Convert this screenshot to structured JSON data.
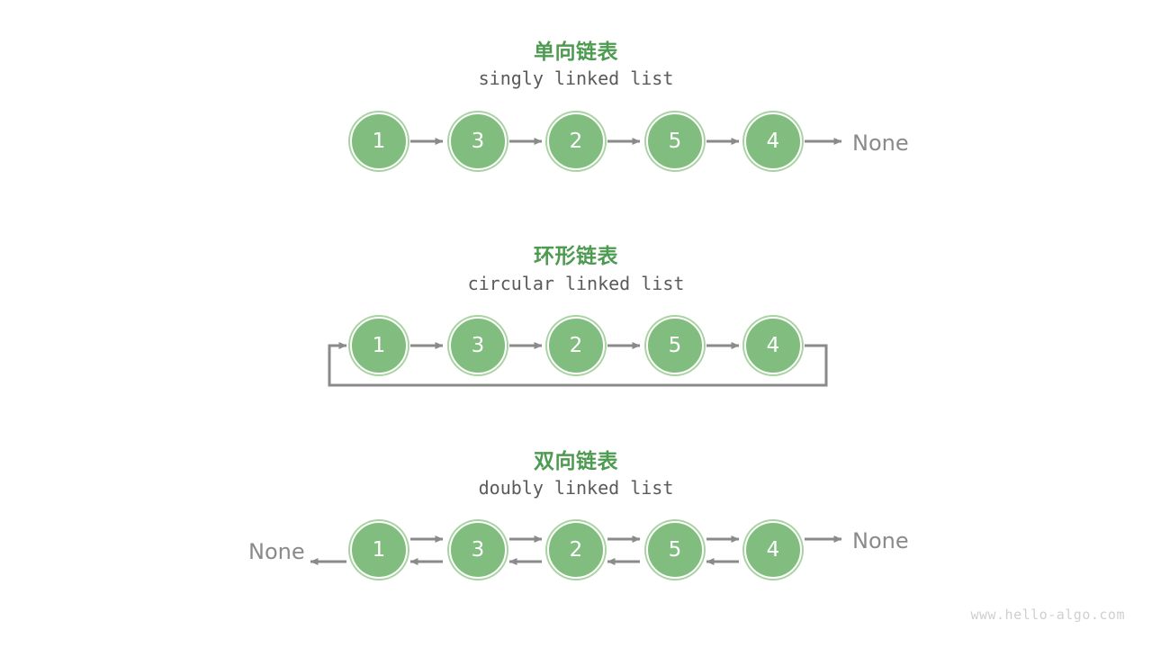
{
  "page": {
    "background": "#ffffff",
    "watermark": "www.hello-algo.com"
  },
  "colors": {
    "node_fill": "#81bd7f",
    "node_ring": "#a9d3a3",
    "node_inner_ring": "#ffffff",
    "node_text": "#ffffff",
    "title_green": "#4d9b50",
    "subtitle_gray": "#5a5a5a",
    "arrow_gray": "#8a8a8a",
    "none_gray": "#8a8a8a",
    "watermark_gray": "#cfcfcf"
  },
  "sections": [
    {
      "id": "singly",
      "title": "单向链表",
      "subtitle": "singly linked list",
      "nodes": [
        {
          "value": "1"
        },
        {
          "value": "3"
        },
        {
          "value": "2"
        },
        {
          "value": "5"
        },
        {
          "value": "4"
        }
      ],
      "tail_label": "None",
      "head_label": null
    },
    {
      "id": "circular",
      "title": "环形链表",
      "subtitle": "circular linked list",
      "nodes": [
        {
          "value": "1"
        },
        {
          "value": "3"
        },
        {
          "value": "2"
        },
        {
          "value": "5"
        },
        {
          "value": "4"
        }
      ],
      "tail_label": null,
      "head_label": null
    },
    {
      "id": "doubly",
      "title": "双向链表",
      "subtitle": "doubly linked list",
      "nodes": [
        {
          "value": "1"
        },
        {
          "value": "3"
        },
        {
          "value": "2"
        },
        {
          "value": "5"
        },
        {
          "value": "4"
        }
      ],
      "tail_label": "None",
      "head_label": "None"
    }
  ]
}
